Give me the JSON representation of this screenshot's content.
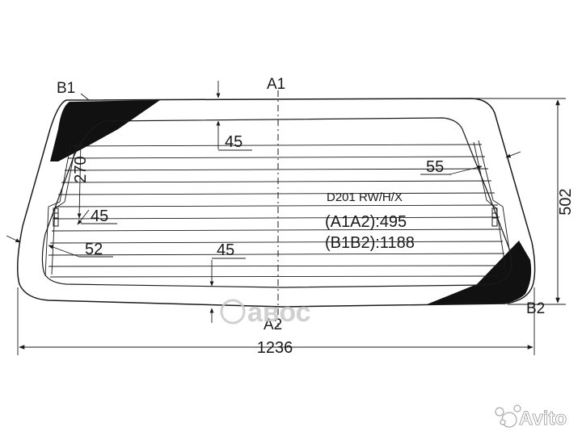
{
  "drawing": {
    "code": "D201 RW/H/X",
    "spec_a": "(A1A2):495",
    "spec_b": "(B1B2):1188",
    "corners": {
      "a1": "A1",
      "a2": "A2",
      "b1": "B1",
      "b2": "B2"
    },
    "dimensions": {
      "overall_width": "1236",
      "overall_height": "502",
      "top_gap": "45",
      "bottom_gap": "45",
      "side_gap_left": "45",
      "side_gap_lower_left": "52",
      "side_gap_right": "55",
      "heater_height": "270"
    }
  },
  "watermarks": {
    "center_brand": "aвос",
    "corner_brand": "Avito"
  },
  "colors": {
    "line": "#1a1a1a",
    "ceramic_band": "#111111",
    "watermark": "#c8c8c8",
    "avito_mark": "#ffffff"
  }
}
